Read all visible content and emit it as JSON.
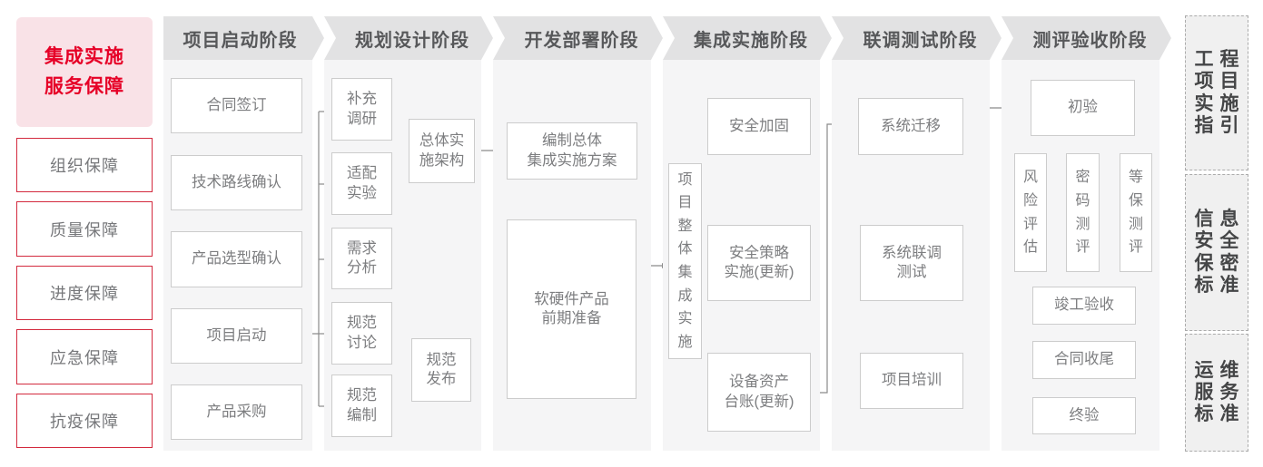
{
  "legend": {
    "title": "集成实施\n服务保障",
    "items": [
      "组织保障",
      "质量保障",
      "进度保障",
      "应急保障",
      "抗疫保障"
    ]
  },
  "phases": [
    "项目启动阶段",
    "规划设计阶段",
    "开发部署阶段",
    "集成实施阶段",
    "联调测试阶段",
    "测评验收阶段"
  ],
  "steps": {
    "contract_sign": "合同签订",
    "tech_route": "技术路线确认",
    "product_selection": "产品选型确认",
    "project_kickoff": "项目启动",
    "product_purchase": "产品采购",
    "supplement_research": "补充\n调研",
    "adaptation_test": "适配\n实验",
    "requirement_analysis": "需求\n分析",
    "spec_discussion": "规范\n讨论",
    "spec_compilation": "规范\n编制",
    "overall_architecture": "总体实\n施架构",
    "spec_release": "规范\n发布",
    "overall_plan": "编制总体\n集成实施方案",
    "hw_sw_preparation": "软硬件产品\n前期准备",
    "overall_integration": "项目整体集成实施",
    "security_hardening": "安全加固",
    "security_policy": "安全策略\n实施(更新)",
    "asset_ledger": "设备资产\n台账(更新)",
    "system_migration": "系统迁移",
    "joint_testing": "系统联调\n测试",
    "project_training": "项目培训",
    "initial_acceptance": "初验",
    "risk_assessment": "风险评估",
    "crypto_evaluation": "密码测评",
    "mlps_evaluation": "等保测评",
    "completion_acceptance": "竣工验收",
    "contract_closure": "合同收尾",
    "final_acceptance": "终验"
  },
  "standards": [
    "工程\n项目\n实施\n指引",
    "信息\n安全\n保密\n标准",
    "运维\n服务\n标准"
  ],
  "colors": {
    "accent_red": "#e60027",
    "legend_pink_bg": "#f9e2e7",
    "legend_red_border": "#d32a3e",
    "phase_header_bg": "#e2e2e3",
    "phase_header_text": "#57585a",
    "panel_bg": "#f5f5f6",
    "node_border": "#cccccc",
    "node_text": "#7d7e80",
    "connector_line": "#8a8a8a",
    "standards_bg": "#f0f0f0",
    "standards_border": "#ababab"
  }
}
